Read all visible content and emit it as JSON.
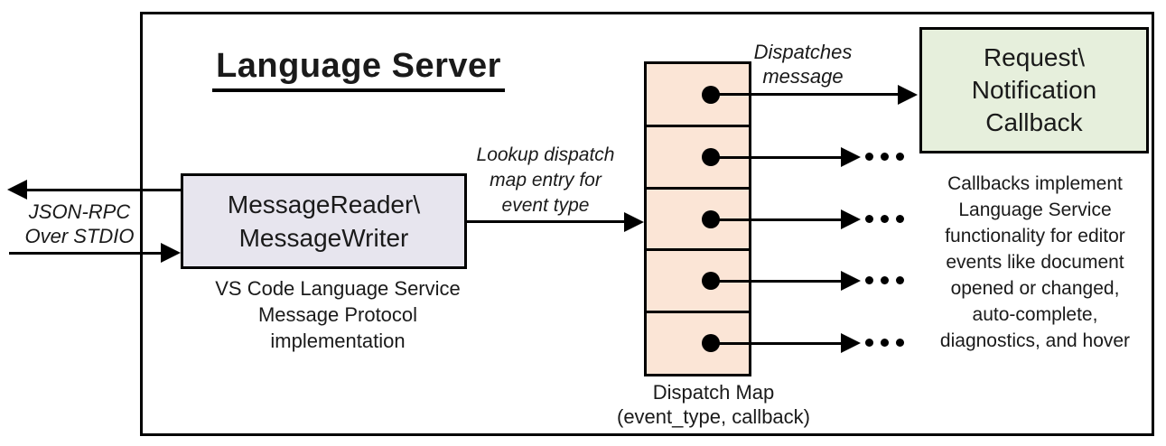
{
  "diagram": {
    "title": "Language Server",
    "colors": {
      "outline": "#000000",
      "reader_box_fill": "#e7e5ee",
      "callback_box_fill": "#e6efdc",
      "dispatch_map_fill": "#fbe5d6"
    },
    "json_rpc_label": {
      "lines": [
        "JSON-RPC",
        "Over STDIO"
      ]
    },
    "message_reader": {
      "lines": [
        "MessageReader\\",
        "MessageWriter"
      ],
      "caption_lines": [
        "VS Code Language Service",
        "Message Protocol implementation"
      ]
    },
    "lookup_label": {
      "lines": [
        "Lookup dispatch",
        "map entry for",
        "event type"
      ]
    },
    "dispatches_label": {
      "lines": [
        "Dispatches",
        "message"
      ]
    },
    "dispatch_map": {
      "rows": 5,
      "caption_lines": [
        "Dispatch Map",
        "(event_type, callback)"
      ]
    },
    "callback_box": {
      "lines": [
        "Request\\",
        "Notification",
        "Callback"
      ]
    },
    "callbacks_note": {
      "lines": [
        "Callbacks implement",
        "Language Service",
        "functionality for editor",
        "events like document",
        "opened or changed,",
        "auto-complete,",
        "diagnostics, and hover"
      ]
    }
  }
}
